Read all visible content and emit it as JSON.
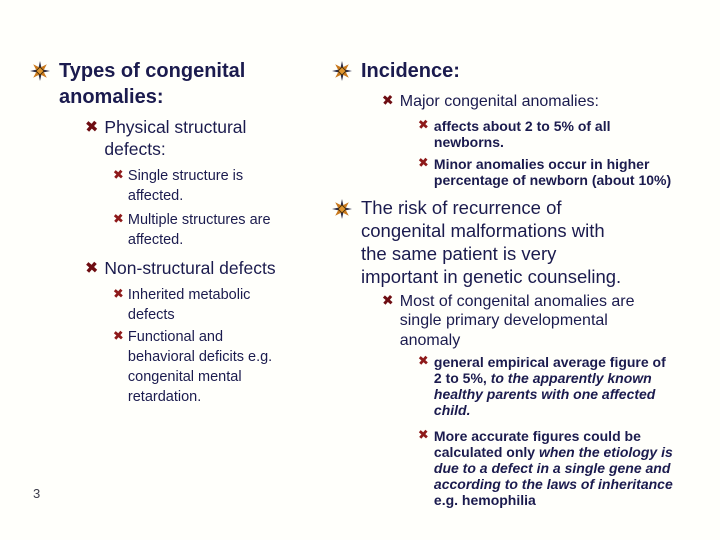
{
  "slide": {
    "page_number": "3",
    "bullet_glyph": "✖",
    "colors": {
      "text": "#1b1b4e",
      "cross_level2": "#6e0d12",
      "cross_level3": "#8e1a1a",
      "star_orange": "#c9781c",
      "star_dark": "#2e2e48",
      "background": "#fffffb"
    },
    "left": {
      "heading": "Types of congenital\nanomalies:",
      "item1": "Physical structural\ndefects:",
      "item1a": "Single structure is\naffected.",
      "item1b": "Multiple structures are\naffected.",
      "item2": "Non-structural defects",
      "item2a": "Inherited metabolic\ndefects",
      "item2b": "Functional and\nbehavioral deficits e.g.\ncongenital mental\nretardation."
    },
    "right": {
      "heading": "Incidence:",
      "item1": "Major congenital anomalies:",
      "item1a": "affects about 2 to 5% of all\nnewborns.",
      "item1b": "Minor anomalies occur in higher\npercentage of newborn (about 10%)",
      "paragraph": "The risk of recurrence of\ncongenital malformations with\nthe same patient is very\nimportant in genetic counseling.",
      "item2": "Most of congenital anomalies are\nsingle primary developmental\nanomaly",
      "item2a_pre": "general empirical average figure of\n2 to 5%, ",
      "item2a_italic": "to the apparently known\nhealthy parents with one affected\nchild.",
      "item2b_pre": "More accurate figures could be\ncalculated only ",
      "item2b_italic": "when the etiology is\ndue to a defect in a single gene and\naccording to the laws of inheritance",
      "item2b_post": "\ne.g. hemophilia"
    }
  }
}
